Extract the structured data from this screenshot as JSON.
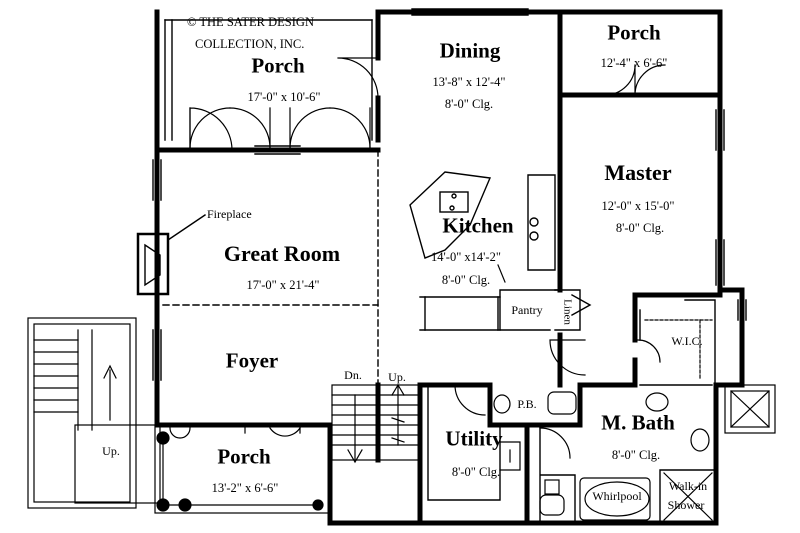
{
  "copyright": [
    "© THE SATER DESIGN",
    "COLLECTION, INC."
  ],
  "rooms": {
    "porch_main": {
      "name": "Porch",
      "size": "17'-0\" x 10'-6\""
    },
    "dining": {
      "name": "Dining",
      "size": "13'-8\" x 12'-4\"",
      "ceiling": "8'-0\" Clg."
    },
    "porch_master": {
      "name": "Porch",
      "size": "12'-4\" x 6'-6\""
    },
    "master": {
      "name": "Master",
      "size": "12'-0\" x 15'-0\"",
      "ceiling": "8'-0\" Clg."
    },
    "kitchen": {
      "name": "Kitchen",
      "size": "14'-0\" x14'-2\"",
      "ceiling": "8'-0\" Clg."
    },
    "great_room": {
      "name": "Great Room",
      "size": "17'-0\" x 21'-4\""
    },
    "foyer": {
      "name": "Foyer"
    },
    "porch_front": {
      "name": "Porch",
      "size": "13'-2\" x 6'-6\""
    },
    "utility": {
      "name": "Utility",
      "ceiling": "8'-0\" Clg."
    },
    "mbath": {
      "name": "M. Bath",
      "ceiling": "8'-0\" Clg."
    }
  },
  "labels": {
    "fireplace": "Fireplace",
    "pantry": "Pantry",
    "linen": "Linen",
    "wic": "W.I.C.",
    "pb": "P.B.",
    "dn": "Dn.",
    "up_stair": "Up.",
    "up_deck": "Up.",
    "whirlpool": "Whirlpool",
    "walkin": [
      "Walk-in",
      "Shower"
    ]
  }
}
